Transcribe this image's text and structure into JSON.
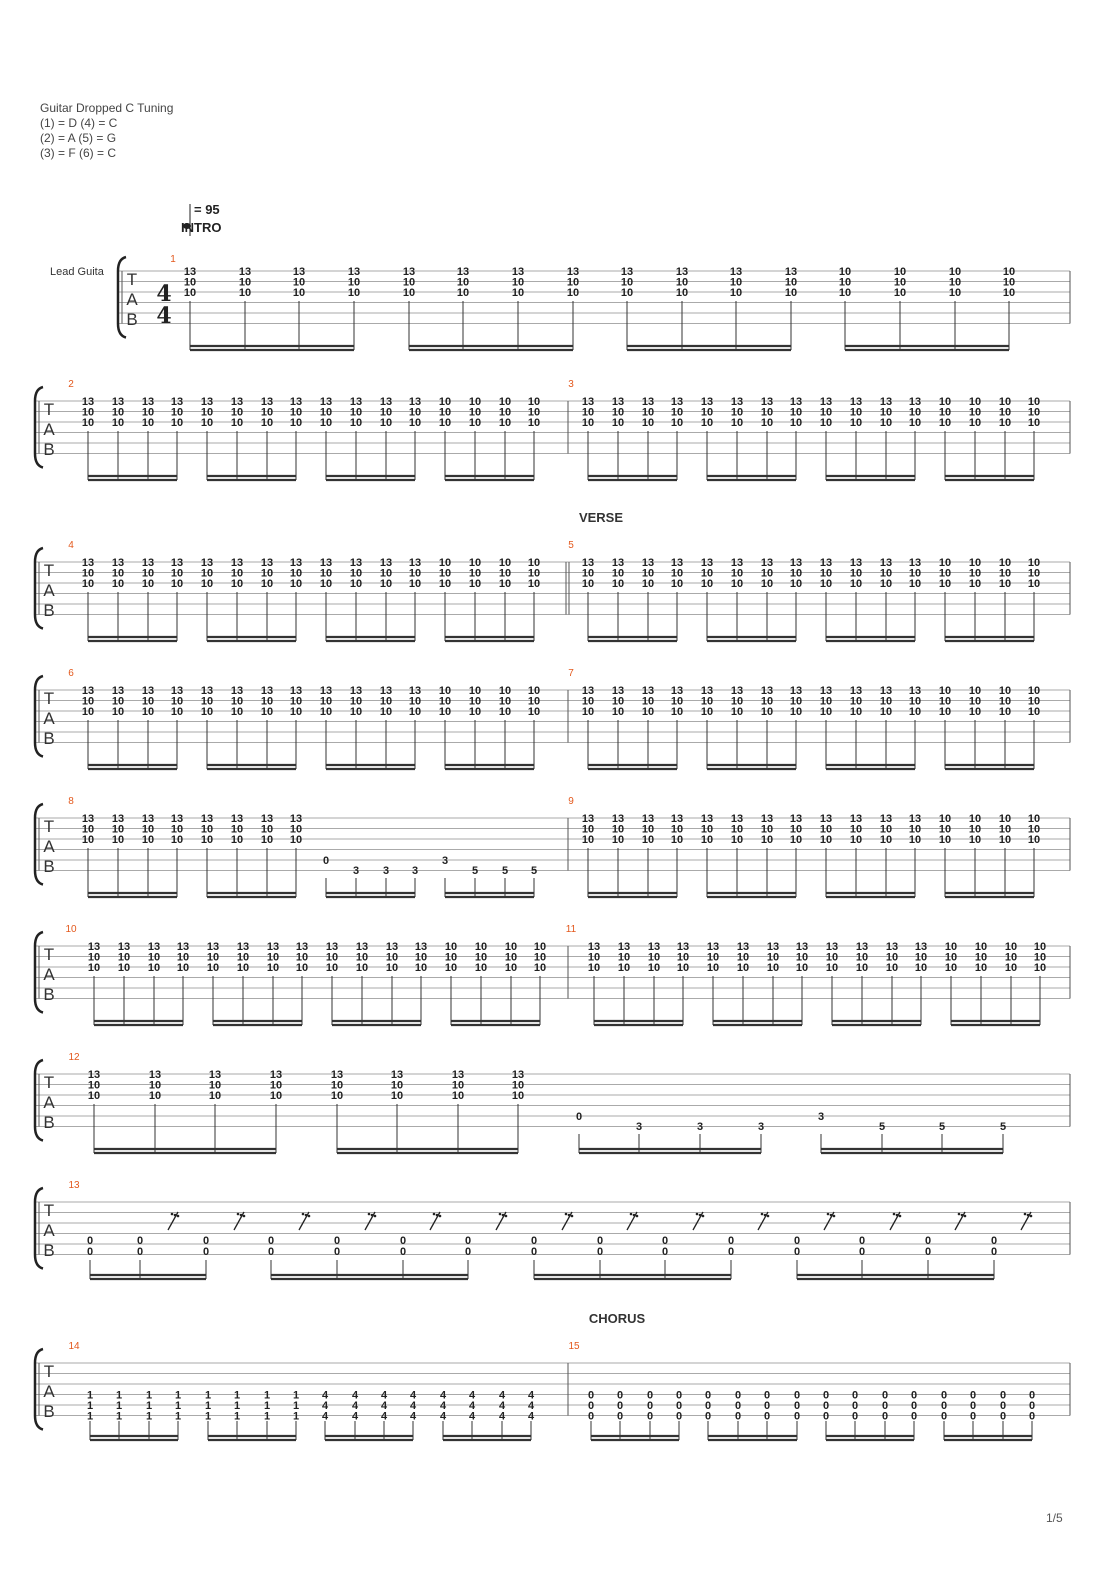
{
  "header": {
    "tuning_title": "Guitar Dropped C Tuning",
    "tuning_lines": [
      "(1) = D (4) = C",
      "(2) = A (5) = G",
      "(3) = F (6) = C"
    ],
    "tempo": "= 95",
    "time_signature": [
      "4",
      "4"
    ],
    "track_label": "Lead Guita"
  },
  "sections": {
    "intro": "INTRO",
    "verse": "VERSE",
    "chorus": "CHORUS"
  },
  "tab_letters": [
    "T",
    "A",
    "B"
  ],
  "page_number": "1/5",
  "chords": {
    "c13": [
      "13",
      "10",
      "10"
    ],
    "c10": [
      "10",
      "10",
      "10"
    ]
  },
  "measures": {
    "1": {
      "label": "1",
      "pattern": "4 quarters of 13/10/10 x3 groups, then 10/10/10"
    },
    "2": {
      "label": "2"
    },
    "3": {
      "label": "3"
    },
    "4": {
      "label": "4"
    },
    "5": {
      "label": "5"
    },
    "6": {
      "label": "6"
    },
    "7": {
      "label": "7"
    },
    "8": {
      "label": "8"
    },
    "9": {
      "label": "9"
    },
    "10": {
      "label": "10"
    },
    "11": {
      "label": "11"
    },
    "12": {
      "label": "12"
    },
    "13": {
      "label": "13"
    },
    "14": {
      "label": "14"
    },
    "15": {
      "label": "15"
    }
  },
  "fill_notes": {
    "group_a": [
      "0",
      "3",
      "3",
      "3"
    ],
    "group_b": [
      "3",
      "5",
      "5",
      "5"
    ]
  },
  "measure13": {
    "open": [
      "0",
      "0"
    ]
  },
  "chorus_chords": {
    "m14_a": [
      "1",
      "1",
      "1"
    ],
    "m14_b": [
      "4",
      "4",
      "4"
    ],
    "m15": [
      "0",
      "0",
      "0"
    ]
  }
}
